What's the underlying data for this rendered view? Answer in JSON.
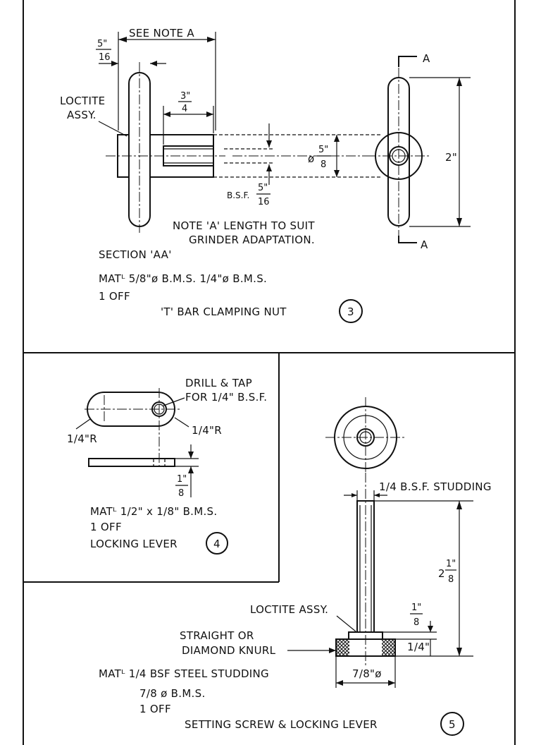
{
  "panel3": {
    "see_note": "SEE NOTE A",
    "dim_flange_num": "5\"",
    "dim_flange_den": "16",
    "loctite": [
      "LOCTITE",
      "ASSY."
    ],
    "dim_spigot_num": "3\"",
    "dim_spigot_den": "4",
    "dim_dia_pre": "ø",
    "dim_dia_num": "5\"",
    "dim_dia_den": "8",
    "dim_bsf_pre": "B.S.F.",
    "dim_bsf_num": "5\"",
    "dim_bsf_den": "16",
    "dim_height": "2\"",
    "section_marker": "A",
    "note_a": [
      "NOTE 'A'  LENGTH TO SUIT",
      "GRINDER ADAPTATION."
    ],
    "section_title": "SECTION 'AA'",
    "material": "MATᴸ  5/8\"ø  B.M.S.   1/4\"ø B.M.S.",
    "quantity": "1 OFF",
    "title": "'T' BAR CLAMPING NUT",
    "number": "3"
  },
  "panel4": {
    "drill_note": [
      "DRILL & TAP",
      "FOR 1/4\" B.S.F."
    ],
    "radius_left": "1/4\"R",
    "radius_right": "1/4\"R",
    "thick_num": "1\"",
    "thick_den": "8",
    "material": "MATᴸ  1/2\" x 1/8\" B.M.S.",
    "quantity": "1 OFF",
    "title": "LOCKING LEVER",
    "number": "4"
  },
  "panel5": {
    "studding": "1/4 B.S.F. STUDDING",
    "length_whole": "2",
    "length_num": "1\"",
    "length_den": "8",
    "loctite": "LOCTITE ASSY.",
    "dim_step_num": "1\"",
    "dim_step_den": "8",
    "knurl": [
      "STRAIGHT OR",
      "DIAMOND KNURL"
    ],
    "dim_knurl": "1/4\"",
    "dim_dia": "7/8\"ø",
    "material_1": "MATᴸ  1/4 BSF STEEL STUDDING",
    "material_2": "7/8 ø  B.M.S.",
    "quantity": "1 OFF",
    "title": "SETTING SCREW & LOCKING LEVER",
    "number": "5"
  }
}
